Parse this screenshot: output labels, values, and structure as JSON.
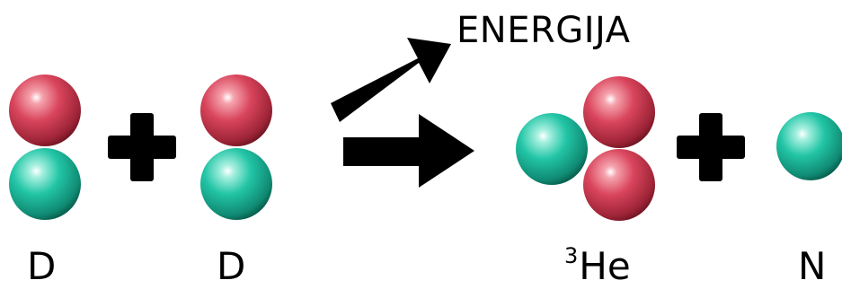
{
  "energy_label": "ENERGIJA",
  "reactant_1_label": "D",
  "reactant_2_label": "D",
  "product_1_mass_number": "3",
  "product_1_symbol": "He",
  "product_2_label": "N",
  "colors": {
    "proton": "#d9455c",
    "neutron": "#22c5a6",
    "symbols": "#000000",
    "background": "#ffffff"
  }
}
